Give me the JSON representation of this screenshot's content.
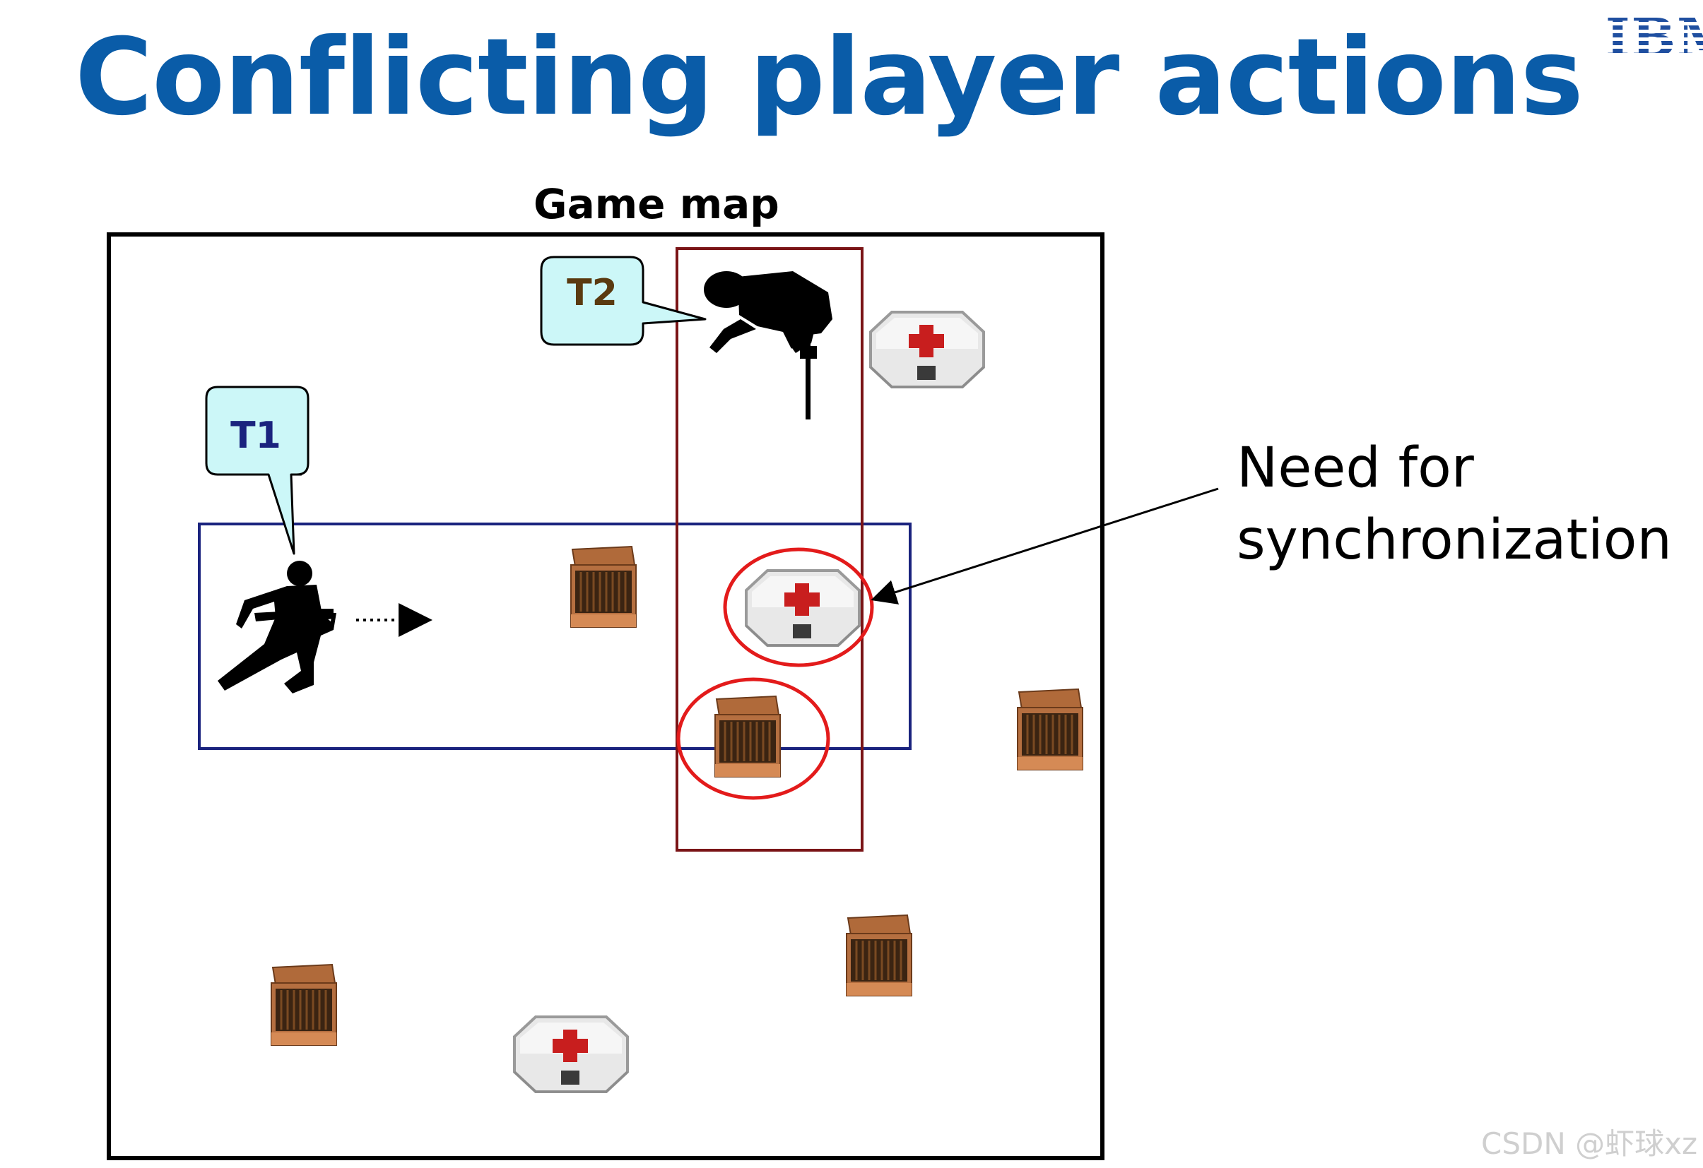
{
  "title": "Conflicting player actions",
  "logo_text": "IBM",
  "map_label": "Game map",
  "bubbles": {
    "t1": "T1",
    "t2": "T2"
  },
  "annotation": {
    "line1": "Need for",
    "line2": "synchronization"
  },
  "watermark": "CSDN @虾球xz",
  "colors": {
    "title": "#0a5ca8",
    "t1_region": "#1a237e",
    "t2_region": "#7a1416",
    "bubble_fill": "#ccf7f8",
    "conflict_circle": "#e31b1b",
    "t1_text": "#1a237e",
    "t2_text": "#5a3a10"
  },
  "icons": {
    "player_t1": "running-soldier-icon",
    "player_t2": "jumping-soldier-icon",
    "health": "health-pack-icon",
    "ammo": "ammo-box-icon"
  }
}
